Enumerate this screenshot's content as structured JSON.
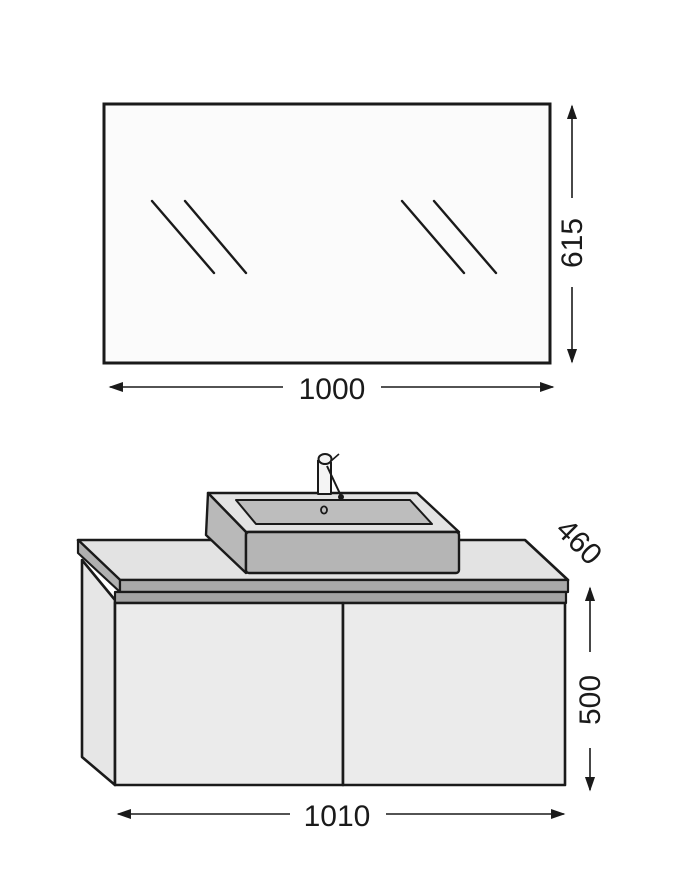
{
  "drawing": {
    "mirror": {
      "label": "mirror",
      "width_dim": "1000",
      "height_dim": "615"
    },
    "vanity": {
      "label": "vanity-cabinet-with-basin",
      "width_dim": "1010",
      "height_dim": "500",
      "depth_dim": "460",
      "door_count": 2
    },
    "colors": {
      "line": "#1a1a1a",
      "mirror_fill": "#fbfbfb",
      "top_surface": "#e3e3e3",
      "edge_band": "#a8a8a8",
      "basin_side": "#b5b5b5",
      "basin_inner": "#bdbdbd",
      "door_fill": "#ebebeb",
      "side_fill": "#e6e6e6"
    }
  }
}
